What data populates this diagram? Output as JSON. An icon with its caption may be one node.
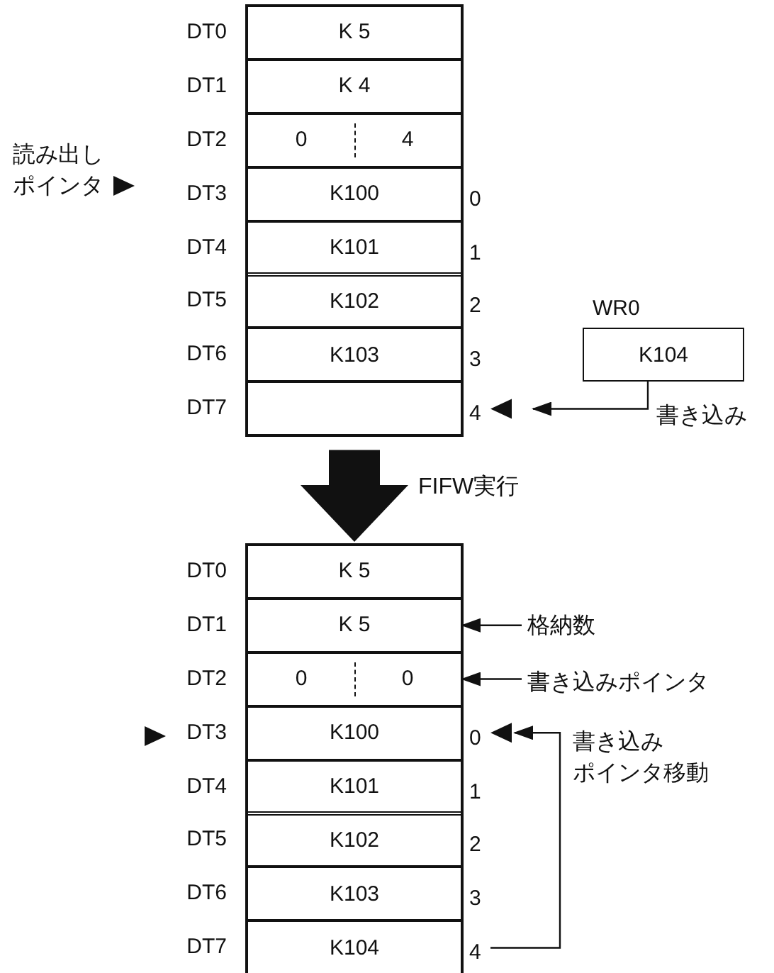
{
  "diagram": {
    "nodes": [
      {
        "text": [
          "K 5"
        ],
        "beside": [
          "DT0"
        ]
      },
      {
        "text": [
          "K 4"
        ],
        "beside": [
          "DT1"
        ]
      },
      {
        "text": [
          "0",
          "4"
        ],
        "beside": [
          "DT2"
        ]
      },
      {
        "text": [
          "K100"
        ],
        "beside": [
          "DT3",
          "0"
        ]
      },
      {
        "text": [
          "K101"
        ],
        "beside": [
          "DT4",
          "1"
        ]
      },
      {
        "text": [
          "K102"
        ],
        "beside": [
          "DT5",
          "2"
        ]
      },
      {
        "text": [
          "K103"
        ],
        "beside": [
          "DT6",
          "3"
        ]
      },
      {
        "text": [],
        "shape": "box",
        "beside": [
          "DT7",
          "4"
        ]
      },
      {
        "text": [
          "WR0",
          "K104"
        ]
      },
      {
        "text": [
          "K 5"
        ],
        "beside": [
          "DT0"
        ]
      },
      {
        "text": [
          "K 5"
        ],
        "beside": [
          "DT1"
        ]
      },
      {
        "text": [
          "0",
          "0"
        ],
        "beside": [
          "DT2"
        ]
      },
      {
        "text": [
          "K100"
        ],
        "beside": [
          "DT3",
          "0"
        ]
      },
      {
        "text": [
          "K101"
        ],
        "beside": [
          "DT4",
          "1"
        ]
      },
      {
        "text": [
          "K102"
        ],
        "beside": [
          "DT5",
          "2"
        ]
      },
      {
        "text": [
          "K103"
        ],
        "beside": [
          "DT6",
          "3"
        ]
      },
      {
        "text": [
          "K104"
        ],
        "beside": [
          "DT7",
          "4"
        ]
      },
      {
        "text": [
          "格納数"
        ]
      },
      {
        "text": [
          "書き込みポインタ"
        ]
      }
    ],
    "edges": [
      {
        "from": 8,
        "to": 7,
        "arrow": "to",
        "label": "書き込み"
      },
      {
        "from": 7,
        "to": 9,
        "arrow": "to",
        "style": "thick",
        "label": "FIFW実行"
      },
      {
        "from": 17,
        "to": 10,
        "arrow": "to"
      },
      {
        "from": 18,
        "to": 11,
        "arrow": "to"
      },
      {
        "from": 16,
        "to": 12,
        "arrow": "to",
        "label": "書き込みポインタ移動"
      }
    ],
    "labels": [
      "読み出しポインタ"
    ]
  }
}
